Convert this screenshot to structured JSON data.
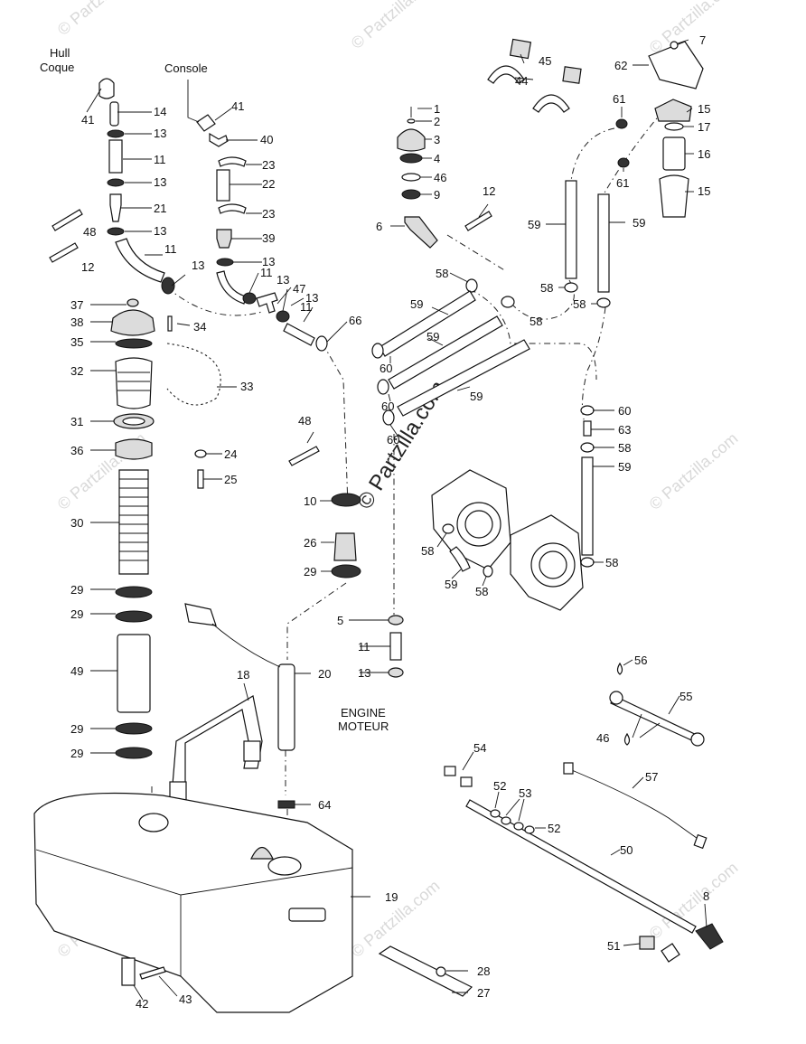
{
  "labels": {
    "hull": "Hull",
    "coque": "Coque",
    "console": "Console",
    "engine": "ENGINE",
    "moteur": "MOTEUR"
  },
  "watermark": {
    "text": "© Partzilla.com"
  },
  "callouts": [
    {
      "id": "c41a",
      "text": "41"
    },
    {
      "id": "c14",
      "text": "14"
    },
    {
      "id": "c13a",
      "text": "13"
    },
    {
      "id": "c11a",
      "text": "11"
    },
    {
      "id": "c13b",
      "text": "13"
    },
    {
      "id": "c21",
      "text": "21"
    },
    {
      "id": "c13c",
      "text": "13"
    },
    {
      "id": "c48a",
      "text": "48"
    },
    {
      "id": "c12a",
      "text": "12"
    },
    {
      "id": "c11b",
      "text": "11"
    },
    {
      "id": "c13d",
      "text": "13"
    },
    {
      "id": "c41b",
      "text": "41"
    },
    {
      "id": "c40",
      "text": "40"
    },
    {
      "id": "c23a",
      "text": "23"
    },
    {
      "id": "c22",
      "text": "22"
    },
    {
      "id": "c23b",
      "text": "23"
    },
    {
      "id": "c39",
      "text": "39"
    },
    {
      "id": "c13e",
      "text": "13"
    },
    {
      "id": "c11c",
      "text": "11"
    },
    {
      "id": "c13f",
      "text": "13"
    },
    {
      "id": "c47",
      "text": "47"
    },
    {
      "id": "c13g",
      "text": "13"
    },
    {
      "id": "c11d",
      "text": "11"
    },
    {
      "id": "c66",
      "text": "66"
    },
    {
      "id": "c37",
      "text": "37"
    },
    {
      "id": "c38",
      "text": "38"
    },
    {
      "id": "c34",
      "text": "34"
    },
    {
      "id": "c35",
      "text": "35"
    },
    {
      "id": "c32",
      "text": "32"
    },
    {
      "id": "c33",
      "text": "33"
    },
    {
      "id": "c31",
      "text": "31"
    },
    {
      "id": "c36",
      "text": "36"
    },
    {
      "id": "c24",
      "text": "24"
    },
    {
      "id": "c25",
      "text": "25"
    },
    {
      "id": "c30",
      "text": "30"
    },
    {
      "id": "c29a",
      "text": "29"
    },
    {
      "id": "c29b",
      "text": "29"
    },
    {
      "id": "c49",
      "text": "49"
    },
    {
      "id": "c29c",
      "text": "29"
    },
    {
      "id": "c29d",
      "text": "29"
    },
    {
      "id": "c1",
      "text": "1"
    },
    {
      "id": "c2",
      "text": "2"
    },
    {
      "id": "c3",
      "text": "3"
    },
    {
      "id": "c4",
      "text": "4"
    },
    {
      "id": "c46a",
      "text": "46"
    },
    {
      "id": "c9",
      "text": "9"
    },
    {
      "id": "c12b",
      "text": "12"
    },
    {
      "id": "c6",
      "text": "6"
    },
    {
      "id": "c58a",
      "text": "58"
    },
    {
      "id": "c58b",
      "text": "58"
    },
    {
      "id": "c59a",
      "text": "59"
    },
    {
      "id": "c59b",
      "text": "59"
    },
    {
      "id": "c60a",
      "text": "60"
    },
    {
      "id": "c59c",
      "text": "59"
    },
    {
      "id": "c60b",
      "text": "60"
    },
    {
      "id": "c60c",
      "text": "60"
    },
    {
      "id": "c45",
      "text": "45"
    },
    {
      "id": "c44",
      "text": "44"
    },
    {
      "id": "c7",
      "text": "7"
    },
    {
      "id": "c62",
      "text": "62"
    },
    {
      "id": "c61a",
      "text": "61"
    },
    {
      "id": "c15a",
      "text": "15"
    },
    {
      "id": "c17",
      "text": "17"
    },
    {
      "id": "c16",
      "text": "16"
    },
    {
      "id": "c61b",
      "text": "61"
    },
    {
      "id": "c15b",
      "text": "15"
    },
    {
      "id": "c59d",
      "text": "59"
    },
    {
      "id": "c59e",
      "text": "59"
    },
    {
      "id": "c58c",
      "text": "58"
    },
    {
      "id": "c58d",
      "text": "58"
    },
    {
      "id": "c60d",
      "text": "60"
    },
    {
      "id": "c63",
      "text": "63"
    },
    {
      "id": "c58e",
      "text": "58"
    },
    {
      "id": "c59f",
      "text": "59"
    },
    {
      "id": "c48b",
      "text": "48"
    },
    {
      "id": "c10",
      "text": "10"
    },
    {
      "id": "c26",
      "text": "26"
    },
    {
      "id": "c29e",
      "text": "29"
    },
    {
      "id": "c58f",
      "text": "58"
    },
    {
      "id": "c59g",
      "text": "59"
    },
    {
      "id": "c58g",
      "text": "58"
    },
    {
      "id": "c58h",
      "text": "58"
    },
    {
      "id": "c5",
      "text": "5"
    },
    {
      "id": "c11e",
      "text": "11"
    },
    {
      "id": "c13h",
      "text": "13"
    },
    {
      "id": "c18",
      "text": "18"
    },
    {
      "id": "c20",
      "text": "20"
    },
    {
      "id": "c64",
      "text": "64"
    },
    {
      "id": "c56",
      "text": "56"
    },
    {
      "id": "c55",
      "text": "55"
    },
    {
      "id": "c46b",
      "text": "46"
    },
    {
      "id": "c54",
      "text": "54"
    },
    {
      "id": "c57",
      "text": "57"
    },
    {
      "id": "c52a",
      "text": "52"
    },
    {
      "id": "c53",
      "text": "53"
    },
    {
      "id": "c52b",
      "text": "52"
    },
    {
      "id": "c50",
      "text": "50"
    },
    {
      "id": "c8",
      "text": "8"
    },
    {
      "id": "c51",
      "text": "51"
    },
    {
      "id": "c19",
      "text": "19"
    },
    {
      "id": "c28",
      "text": "28"
    },
    {
      "id": "c27",
      "text": "27"
    },
    {
      "id": "c42",
      "text": "42"
    },
    {
      "id": "c43",
      "text": "43"
    }
  ]
}
